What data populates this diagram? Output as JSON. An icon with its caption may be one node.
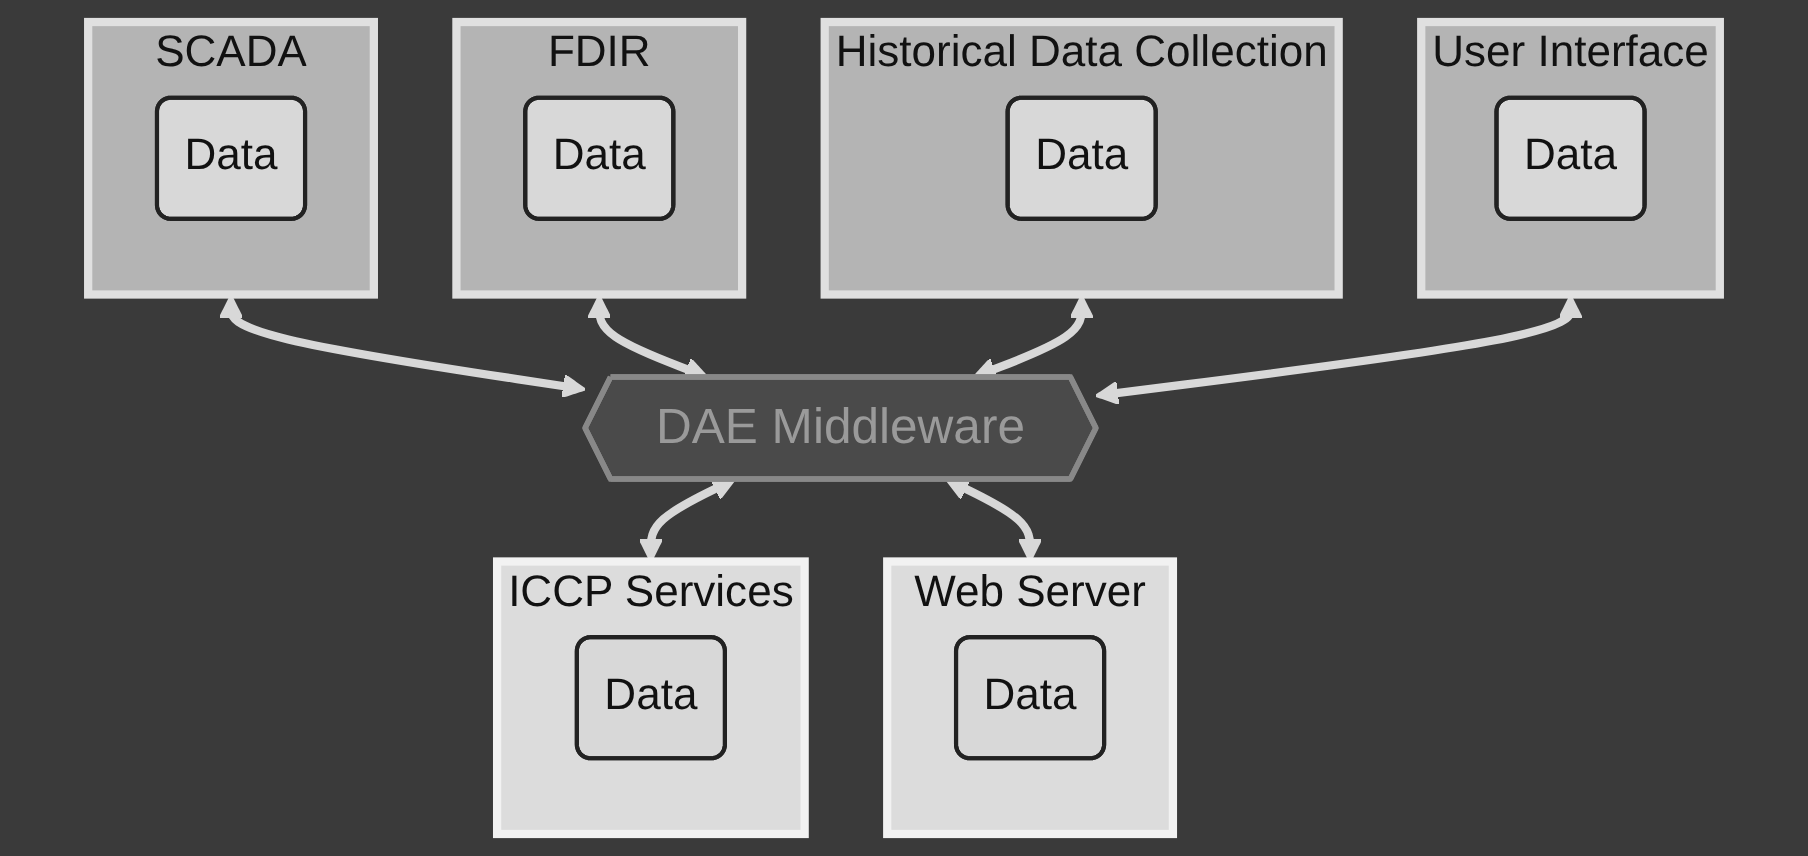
{
  "diagram": {
    "nodes": [
      {
        "text": [
          "SCADA"
        ]
      },
      {
        "text": [
          "Data"
        ],
        "in": 0
      },
      {
        "text": [
          "FDIR"
        ]
      },
      {
        "text": [
          "Data"
        ],
        "in": 2
      },
      {
        "text": [
          "Historical Data Collection"
        ]
      },
      {
        "text": [
          "Data"
        ],
        "in": 4
      },
      {
        "text": [
          "User Interface"
        ]
      },
      {
        "text": [
          "Data"
        ],
        "in": 6
      },
      {
        "text": [
          "DAE Middleware"
        ]
      },
      {
        "text": [
          "ICCP Services"
        ]
      },
      {
        "text": [
          "Data"
        ],
        "in": 9
      },
      {
        "text": [
          "Web Server"
        ]
      },
      {
        "text": [
          "Data"
        ],
        "in": 11
      }
    ],
    "edges": [
      {
        "from": 0,
        "to": 8,
        "arrow": "both"
      },
      {
        "from": 2,
        "to": 8,
        "arrow": "both"
      },
      {
        "from": 4,
        "to": 8,
        "arrow": "both"
      },
      {
        "from": 6,
        "to": 8,
        "arrow": "both"
      },
      {
        "from": 8,
        "to": 9,
        "arrow": "both"
      },
      {
        "from": 8,
        "to": 11,
        "arrow": "both"
      }
    ]
  }
}
